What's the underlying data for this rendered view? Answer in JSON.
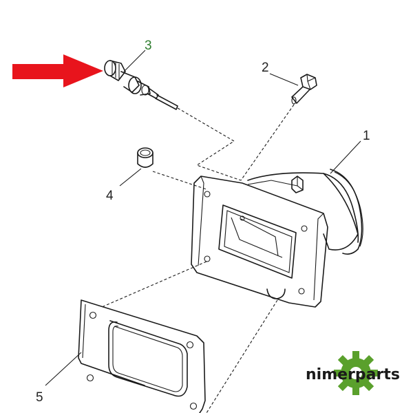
{
  "callouts": {
    "c1": "1",
    "c2": "2",
    "c3": "3",
    "c4": "4",
    "c5": "5"
  },
  "highlighted_part": "3",
  "brand": {
    "text": "nimerparts",
    "gear_icon": "gear-icon",
    "logo_color": "#5aa02c"
  },
  "colors": {
    "arrow": "#e8141c",
    "line": "#1a1a1a",
    "highlight": "#2f7d2f"
  }
}
